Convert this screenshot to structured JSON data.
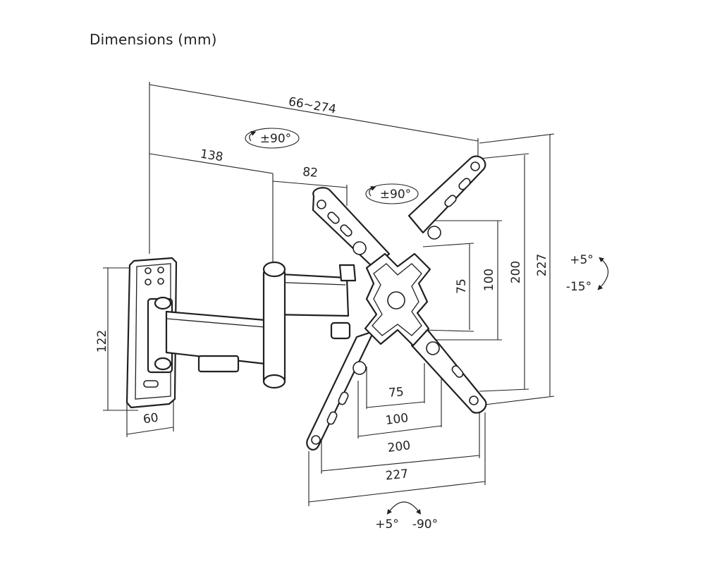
{
  "title": "Dimensions (mm)",
  "dimensions": {
    "arm_extension": "66~274",
    "arm_segment_1": "138",
    "arm_segment_2": "82",
    "plate_height": "122",
    "plate_width": "60",
    "vesa_h_75": "75",
    "vesa_h_100": "100",
    "vesa_h_200": "200",
    "vesa_h_227": "227",
    "vesa_v_75": "75",
    "vesa_v_100": "100",
    "vesa_v_200": "200",
    "vesa_v_227": "227"
  },
  "rotations": {
    "swivel_wall": "±90°",
    "swivel_head": "±90°",
    "tilt_up": "+5°",
    "tilt_down": "-15°",
    "rotate_plus": "+5°",
    "rotate_minus": "-90°"
  }
}
